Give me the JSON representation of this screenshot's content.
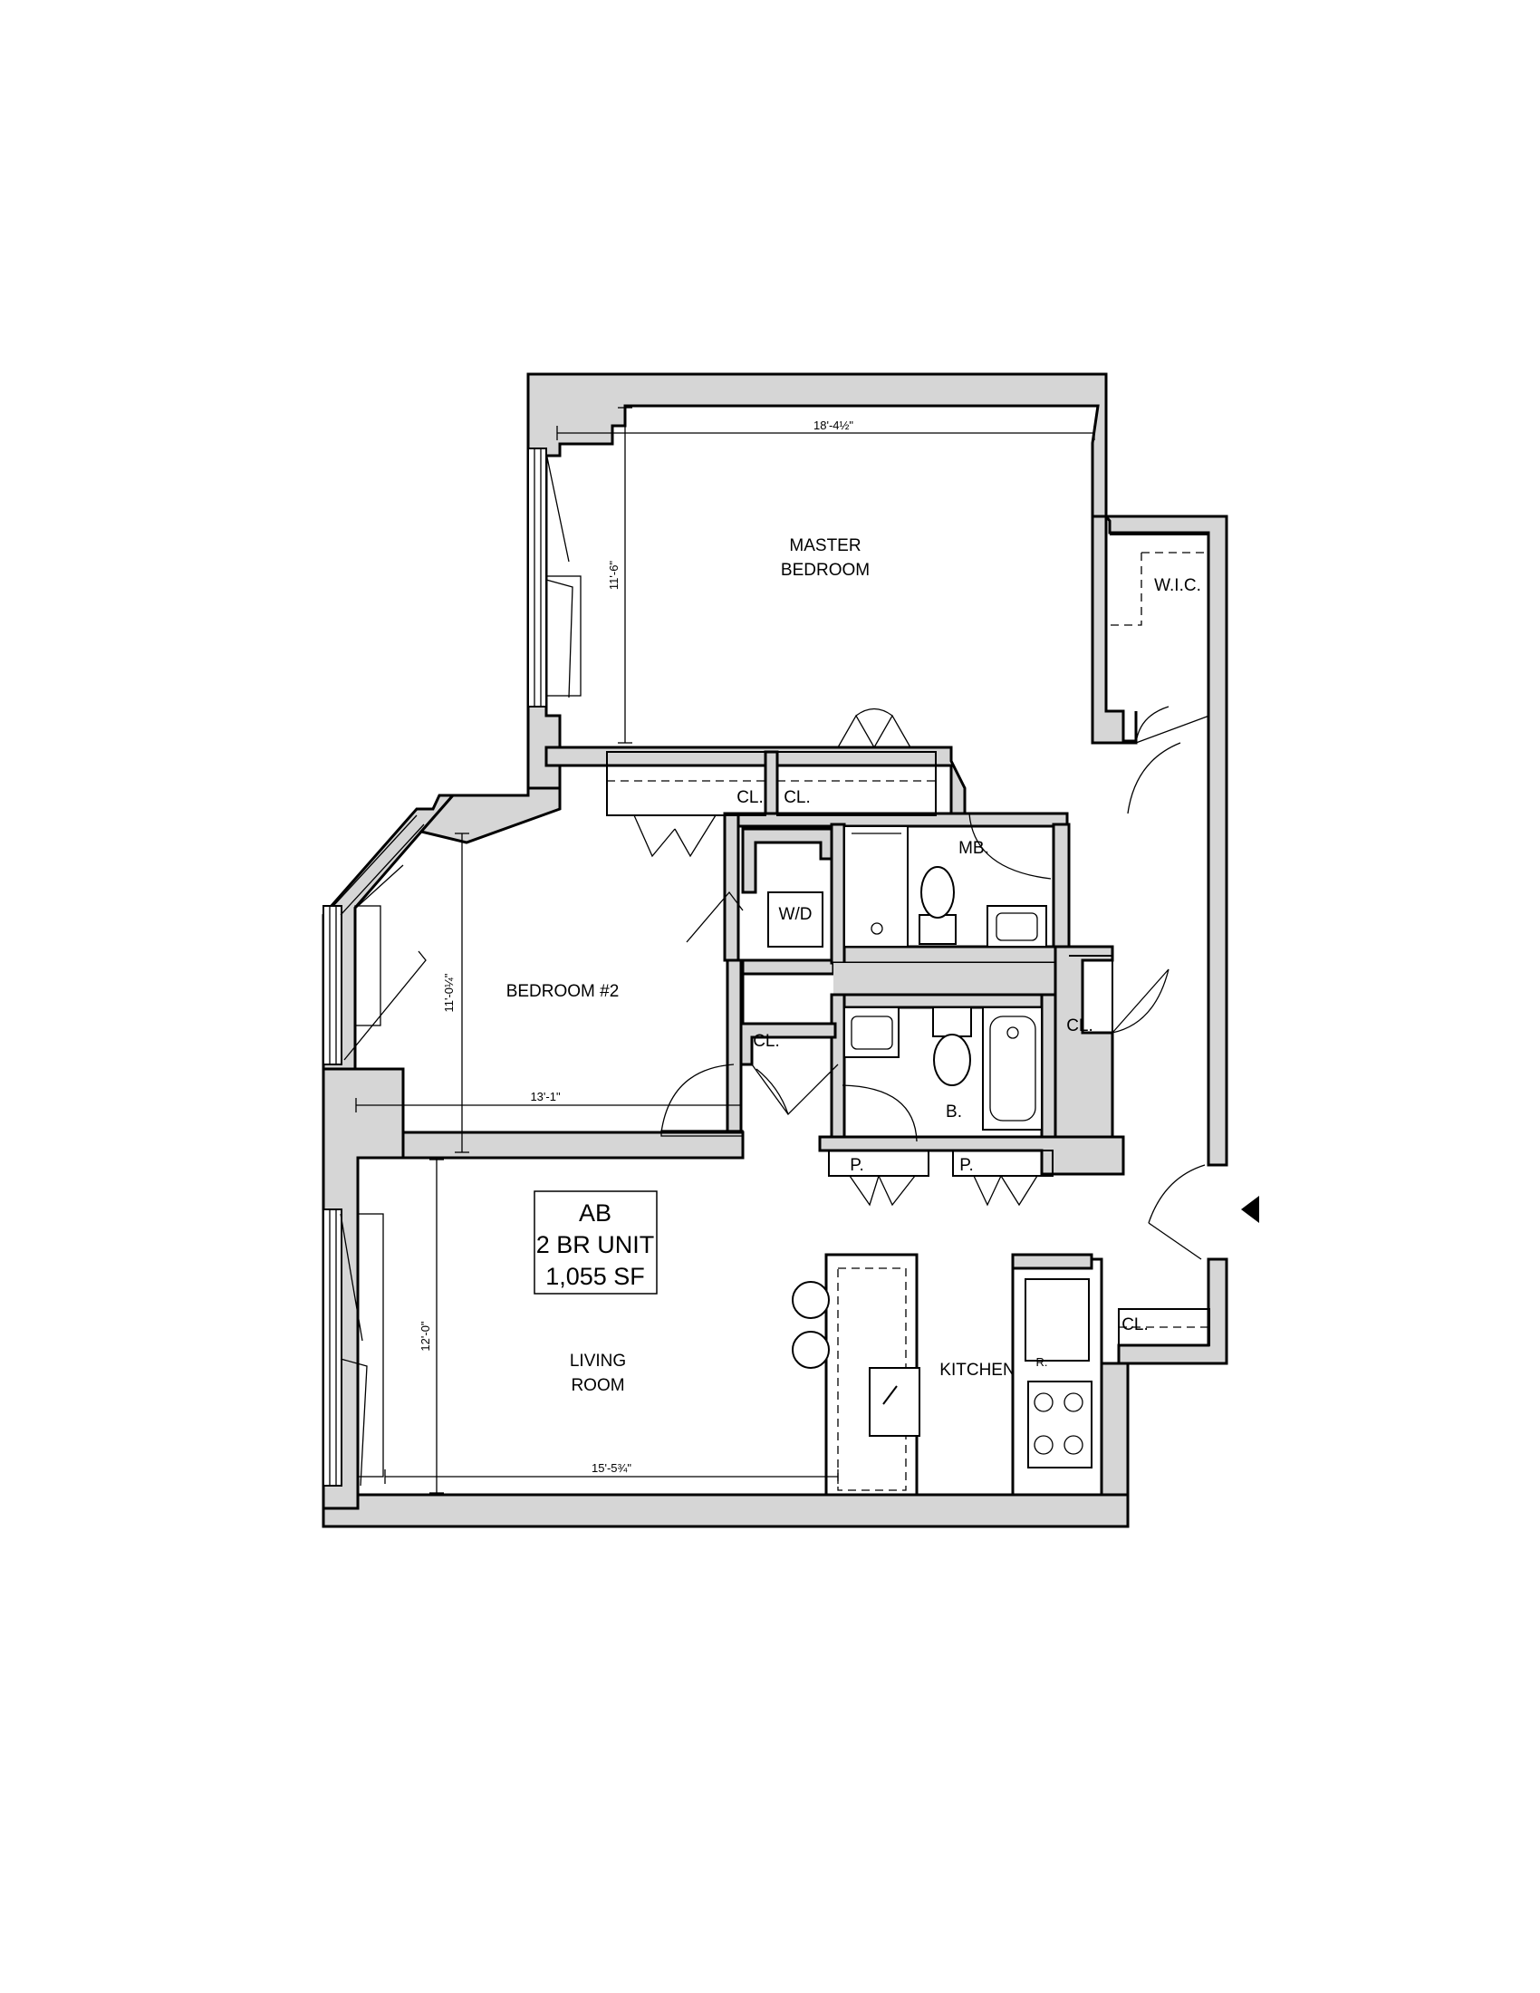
{
  "rooms": {
    "master_bedroom": [
      "MASTER",
      "BEDROOM"
    ],
    "wic": "W.I.C.",
    "closet_left": "CL.",
    "closet_right": "CL.",
    "master_bath": "MB.",
    "washer_dryer": "W/D",
    "bedroom2": "BEDROOM #2",
    "closet_hall": "CL.",
    "closet_east": "CL.",
    "bath": "B.",
    "pantry1": "P.",
    "pantry2": "P.",
    "living_room": [
      "LIVING",
      "ROOM"
    ],
    "kitchen": "KITCHEN",
    "closet_entry": "CL.",
    "refrigerator": "R."
  },
  "dimensions": {
    "master_width": "18'-4½\"",
    "master_depth": "11'-6\"",
    "bedroom2_width": "13'-1\"",
    "bedroom2_depth": "11'-0¼\"",
    "living_width": "15'-5¾\"",
    "living_depth": "12'-0\""
  },
  "unit_box": {
    "name": "AB",
    "type": "2 BR UNIT",
    "area": "1,055 SF"
  }
}
